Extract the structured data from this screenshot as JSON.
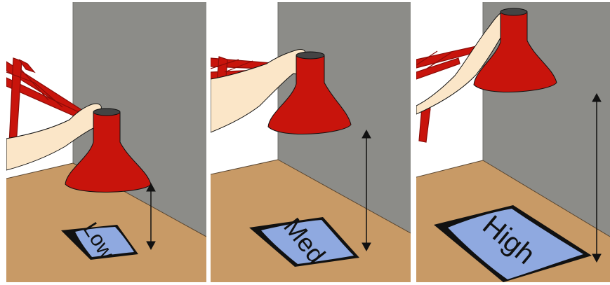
{
  "colors": {
    "wall": "#8c8c88",
    "wall_edge": "#6f6f6b",
    "table": "#c89a66",
    "table_edge": "#5a4630",
    "lamp": "#c8140c",
    "lamp_shadow": "#8a0c08",
    "skin": "#fbe6c8",
    "mat_dark": "#111111",
    "mat_light": "#8fa9e0",
    "arrow": "#111111"
  },
  "panels": [
    {
      "id": "low",
      "label": "Low"
    },
    {
      "id": "med",
      "label": "Med"
    },
    {
      "id": "high",
      "label": "High"
    }
  ],
  "icons": {
    "lamp": "desk-lamp-icon",
    "hand": "hand-icon",
    "arrow": "double-headed-arrow-icon"
  }
}
